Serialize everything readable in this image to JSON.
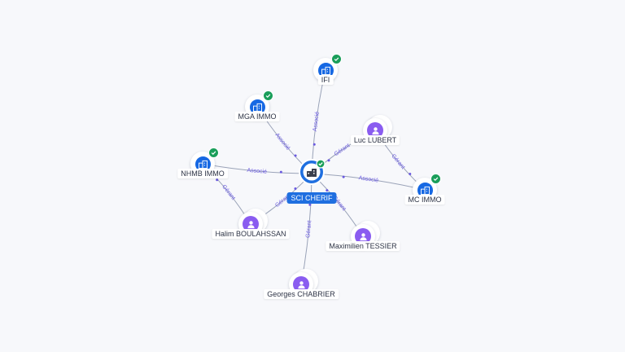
{
  "center": {
    "name": "SCI CHERIF",
    "icon": "building-icon",
    "verified": true
  },
  "nodes": [
    {
      "id": "ifi",
      "name": "IFI",
      "kind": "company",
      "verified": true,
      "stack": false,
      "icon": "building-icon"
    },
    {
      "id": "mga",
      "name": "MGA IMMO",
      "kind": "company",
      "verified": true,
      "stack": false,
      "icon": "building-icon"
    },
    {
      "id": "nhmb",
      "name": "NHMB IMMO",
      "kind": "company",
      "verified": true,
      "stack": false,
      "icon": "building-icon"
    },
    {
      "id": "mc",
      "name": "MC IMMO",
      "kind": "company",
      "verified": true,
      "stack": false,
      "icon": "building-icon"
    },
    {
      "id": "luc",
      "name": "Luc LUBERT",
      "kind": "person",
      "verified": false,
      "stack": true,
      "icon": "person-icon"
    },
    {
      "id": "halim",
      "name": "Halim BOULAHSSAN",
      "kind": "person",
      "verified": false,
      "stack": true,
      "icon": "person-icon"
    },
    {
      "id": "maxi",
      "name": "Maximilien TESSIER",
      "kind": "person",
      "verified": false,
      "stack": true,
      "icon": "person-icon"
    },
    {
      "id": "georges",
      "name": "Georges CHABRIER",
      "kind": "person",
      "verified": false,
      "stack": true,
      "icon": "person-icon"
    }
  ],
  "edges": [
    {
      "from": "ifi",
      "to": "center",
      "label": "Associé"
    },
    {
      "from": "mga",
      "to": "center",
      "label": "Associé"
    },
    {
      "from": "nhmb",
      "to": "center",
      "label": "Associé"
    },
    {
      "from": "mc",
      "to": "center",
      "label": "Associé"
    },
    {
      "from": "luc",
      "to": "center",
      "label": "Gérant"
    },
    {
      "from": "luc",
      "to": "mc",
      "label": "Gérant"
    },
    {
      "from": "halim",
      "to": "center",
      "label": "Gérant"
    },
    {
      "from": "halim",
      "to": "nhmb",
      "label": "Gérant"
    },
    {
      "from": "maxi",
      "to": "center",
      "label": "Gérant"
    },
    {
      "from": "georges",
      "to": "center",
      "label": "Gérant"
    }
  ],
  "colors": {
    "company": "#1668e3",
    "person": "#8a5cf0",
    "verified": "#1a9e5a",
    "center": "#1f6fe0",
    "edge": "#9aa3b8"
  }
}
